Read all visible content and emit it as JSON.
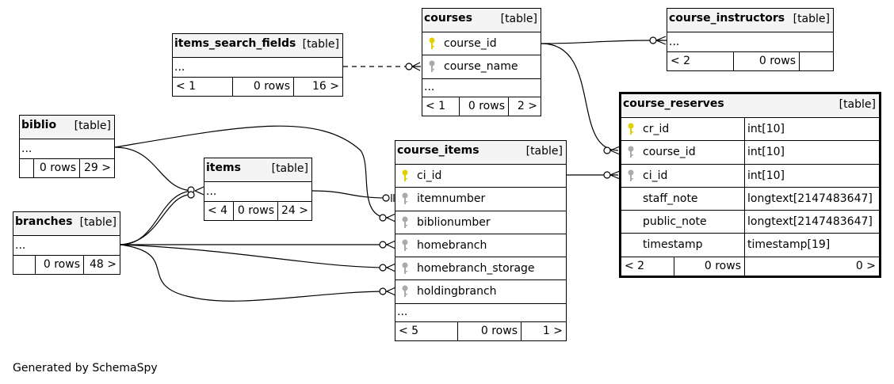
{
  "footer": "Generated by SchemaSpy",
  "tables": {
    "items_search_fields": {
      "name": "items_search_fields",
      "type": "[table]",
      "ellipsis": "...",
      "footer": [
        "< 1",
        "0 rows",
        "16 >"
      ]
    },
    "courses": {
      "name": "courses",
      "type": "[table]",
      "columns": [
        "course_id",
        "course_name"
      ],
      "ellipsis": "...",
      "footer": [
        "< 1",
        "0 rows",
        "2 >"
      ]
    },
    "course_instructors": {
      "name": "course_instructors",
      "type": "[table]",
      "ellipsis": "...",
      "footer": [
        "< 2",
        "0 rows",
        ""
      ]
    },
    "biblio": {
      "name": "biblio",
      "type": "[table]",
      "ellipsis": "...",
      "footer": [
        "",
        "0 rows",
        "29 >"
      ]
    },
    "items": {
      "name": "items",
      "type": "[table]",
      "ellipsis": "...",
      "footer": [
        "< 4",
        "0 rows",
        "24 >"
      ]
    },
    "branches": {
      "name": "branches",
      "type": "[table]",
      "ellipsis": "...",
      "footer": [
        "",
        "0 rows",
        "48 >"
      ]
    },
    "course_items": {
      "name": "course_items",
      "type": "[table]",
      "columns": [
        "ci_id",
        "itemnumber",
        "biblionumber",
        "homebranch",
        "homebranch_storage",
        "holdingbranch"
      ],
      "ellipsis": "...",
      "footer": [
        "< 5",
        "0 rows",
        "1 >"
      ]
    },
    "course_reserves": {
      "name": "course_reserves",
      "type": "[table]",
      "columns": [
        {
          "name": "cr_id",
          "type": "int[10]"
        },
        {
          "name": "course_id",
          "type": "int[10]"
        },
        {
          "name": "ci_id",
          "type": "int[10]"
        },
        {
          "name": "staff_note",
          "type": "longtext[2147483647]"
        },
        {
          "name": "public_note",
          "type": "longtext[2147483647]"
        },
        {
          "name": "timestamp",
          "type": "timestamp[19]"
        }
      ],
      "footer": [
        "< 2",
        "0 rows",
        "0 >"
      ]
    }
  },
  "colors": {
    "primary_key": "#e0d000",
    "foreign_key": "#aaaaaa",
    "header_bg": "#f4f4f4"
  }
}
